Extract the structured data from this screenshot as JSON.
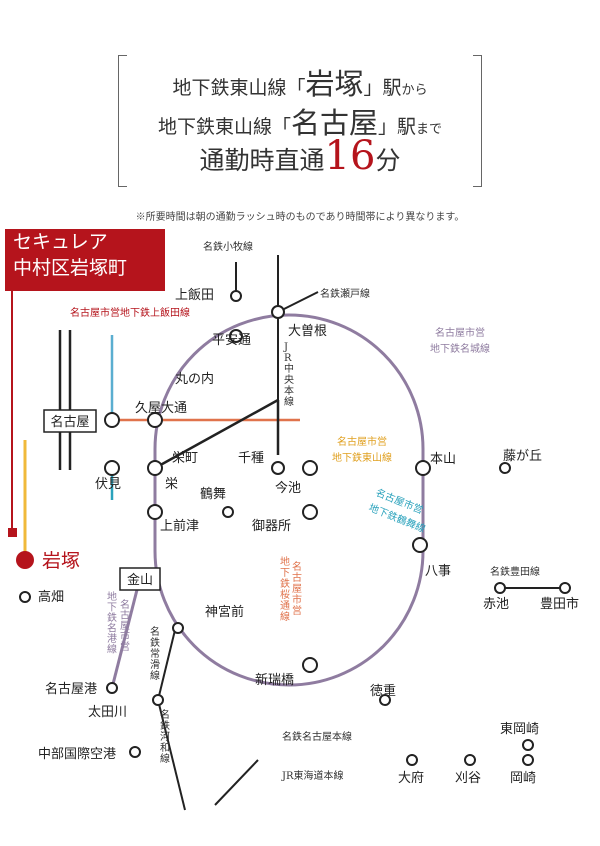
{
  "header": {
    "line1_pre": "地下鉄東山線「",
    "line1_station": "岩塚",
    "line1_post": "」駅",
    "line1_suffix": "から",
    "line2_pre": "地下鉄東山線「",
    "line2_station": "名古屋",
    "line2_post": "」駅",
    "line2_suffix": "まで",
    "line3_text": "通勤時直通",
    "line3_number": "16",
    "line3_unit": "分"
  },
  "note": "※所要時間は朝の通勤ラッシュ時のものであり時間帯により異なります。",
  "property": {
    "line1": "セキュレア",
    "line2": "中村区岩塚町"
  },
  "colors": {
    "accent": "#b5141c",
    "higashiyama": "#f0b93a",
    "meijo": "#8f7ca0",
    "tsurumai": "#2aa2bc",
    "sakuradori": "#e0734c",
    "kamiiida": "#5aaed0",
    "meiko": "#8f7ca0",
    "rail": "#222222"
  },
  "stations": {
    "iwatsuka": "岩塚",
    "takabata": "高畑",
    "nagoya": "名古屋",
    "kanayama": "金山",
    "kamiiida": "上飯田",
    "heian_dori": "平安通",
    "ozone": "大曽根",
    "marunouchi": "丸の内",
    "hisaya_odori": "久屋大通",
    "sakae_machi": "栄町",
    "sakae": "栄",
    "fushimi": "伏見",
    "chikusa": "千種",
    "imaike": "今池",
    "tsurumai": "鶴舞",
    "kamimaezu": "上前津",
    "gokiso": "御器所",
    "motoyama": "本山",
    "fujigaoka": "藤が丘",
    "yagoto": "八事",
    "akaike": "赤池",
    "toyota_shi": "豊田市",
    "jingu_mae": "神宮前",
    "nagoya_ko": "名古屋港",
    "otagawa": "太田川",
    "chubu_airport": "中部国際空港",
    "shin_mizuho_bashi": "新瑞橋",
    "tokushige": "徳重",
    "higashi_okazaki": "東岡崎",
    "obu": "大府",
    "kariya": "刈谷",
    "okazaki": "岡崎"
  },
  "lines": {
    "meitetsu_komaki": "名鉄小牧線",
    "meitetsu_seto": "名鉄瀬戸線",
    "kamiiida_line": "名古屋市営地下鉄上飯田線",
    "jr_chuo": "JR中央本線",
    "meijo_line_a": "名古屋市営",
    "meijo_line_b": "地下鉄名城線",
    "higashiyama_line_a": "名古屋市営",
    "higashiyama_line_b": "地下鉄東山線",
    "tsurumai_line_a": "名古屋市営",
    "tsurumai_line_b": "地下鉄鶴舞線",
    "sakuradori_line_a": "名古屋市営",
    "sakuradori_line_b": "地下鉄桜通線",
    "meiko_line_a": "名古屋市営",
    "meiko_line_b": "地下鉄名港線",
    "meitetsu_toyota": "名鉄豊田線",
    "meitetsu_tokoname": "名鉄常滑線",
    "meitetsu_kowa": "名鉄河和線",
    "meitetsu_nagoya_honsen": "名鉄名古屋本線",
    "jr_tokaido": "JR東海道本線"
  }
}
